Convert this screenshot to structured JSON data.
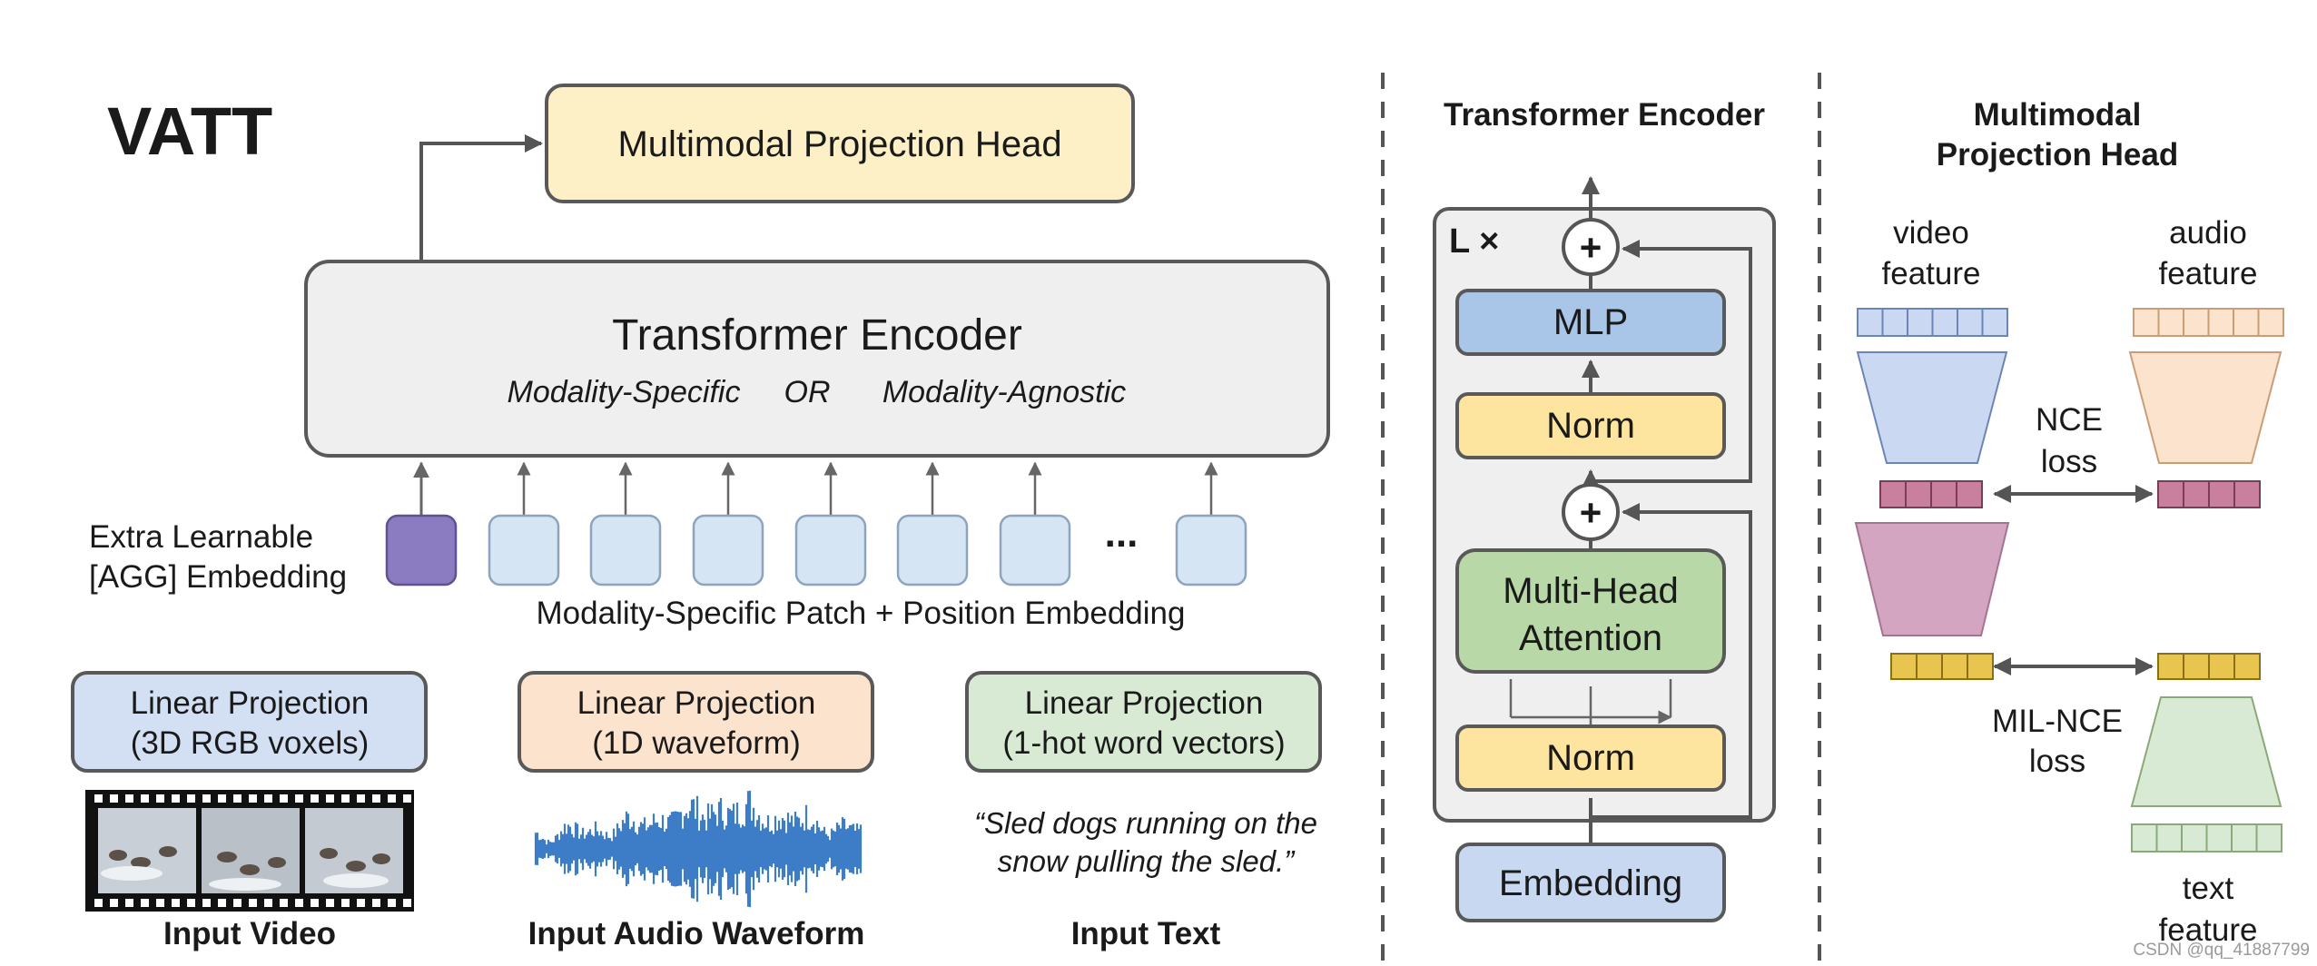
{
  "vatt_title": "VATT",
  "proj_head_label": "Multimodal Projection Head",
  "encoder": {
    "title": "Transformer Encoder",
    "mode_a": "Modality-Specific",
    "mode_or": "OR",
    "mode_b": "Modality-Agnostic"
  },
  "agg": {
    "line1": "Extra Learnable",
    "line2": "[AGG] Embedding"
  },
  "token_ellipsis": "...",
  "patch_label": "Modality-Specific Patch + Position Embedding",
  "inputs": {
    "video": {
      "line1": "Linear Projection",
      "line2": "(3D RGB voxels)",
      "caption": "Input Video"
    },
    "audio": {
      "line1": "Linear Projection",
      "line2": "(1D waveform)",
      "caption": "Input Audio Waveform"
    },
    "text": {
      "line1": "Linear Projection",
      "line2": "(1-hot word vectors)",
      "caption": "Input Text",
      "sample1": "“Sled dogs running on the",
      "sample2": "snow pulling the sled.”"
    }
  },
  "detail": {
    "title": "Transformer Encoder",
    "repeat": "L ×",
    "plus": "+",
    "mlp": "MLP",
    "norm": "Norm",
    "mha1": "Multi-Head",
    "mha2": "Attention",
    "embedding": "Embedding"
  },
  "head": {
    "title1": "Multimodal",
    "title2": "Projection Head",
    "video1": "video",
    "video2": "feature",
    "audio1": "audio",
    "audio2": "feature",
    "nce1": "NCE",
    "nce2": "loss",
    "milnce1": "MIL-NCE",
    "milnce2": "loss",
    "text1": "text",
    "text2": "feature"
  },
  "watermark": "CSDN @qq_41887799",
  "colors": {
    "yellow": "#fdf0c6",
    "gray": "#efefef",
    "purple": "#8b7bc0",
    "token": "#d6e5f4",
    "video": "#d3e0f3",
    "audio": "#fbe3cd",
    "text": "#d8ead3",
    "mlp": "#a9c6e8",
    "norm": "#fde49f",
    "mha": "#b8d8a8",
    "embedding": "#c8d8f0",
    "video_feat": "#cad8f1",
    "audio_feat": "#fbe3cd",
    "joint_feat": "#c8809e",
    "joint_trap": "#d4a5c1",
    "text_joint": "#e8c54e",
    "text_feat": "#d8ead3"
  }
}
